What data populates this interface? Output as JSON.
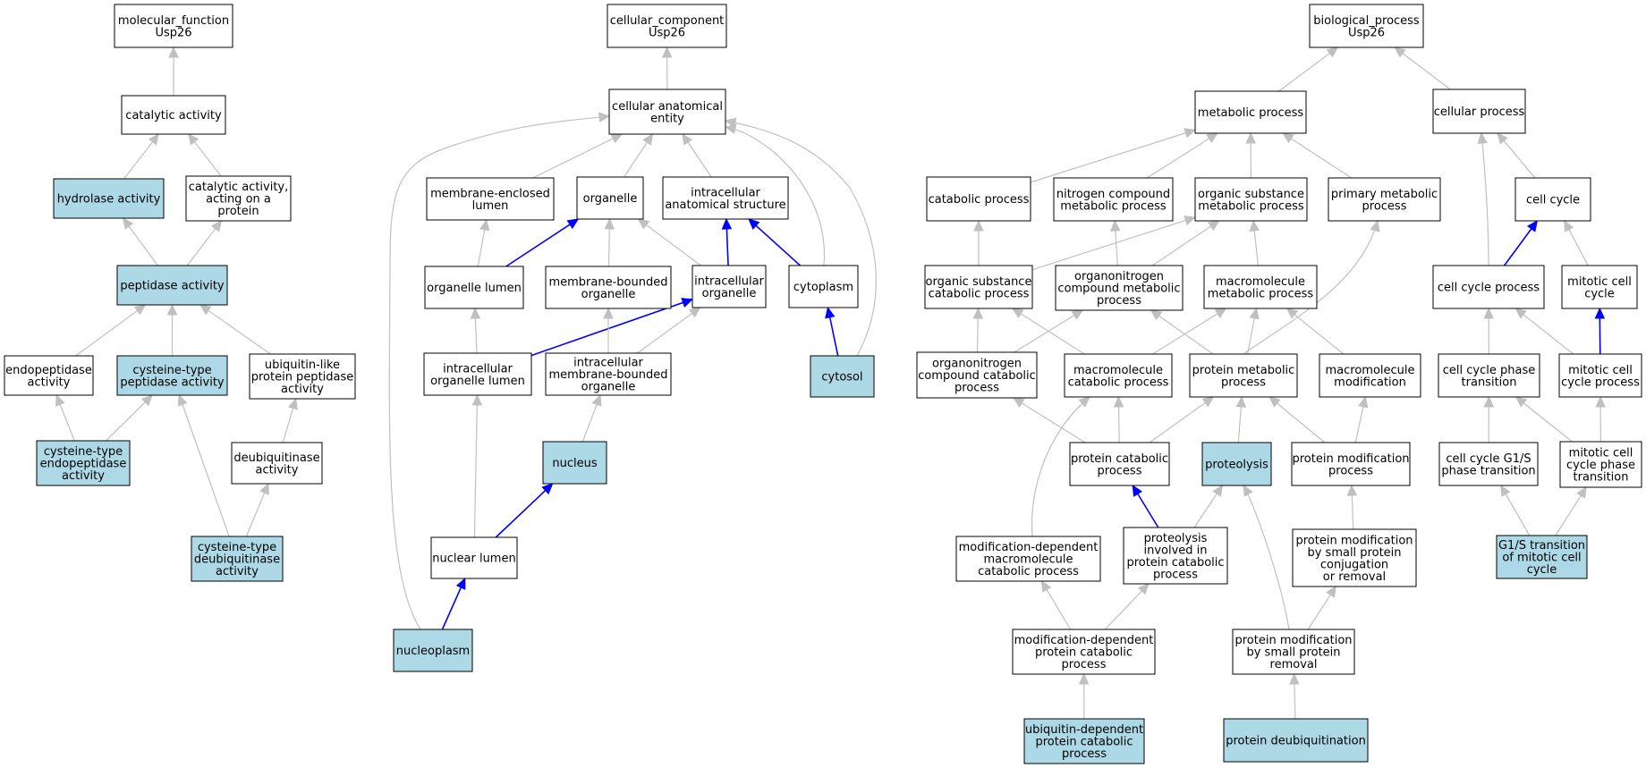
{
  "colors": {
    "highlight_fill": "#add8e6",
    "default_fill": "#ffffff",
    "gray_edge": "#c0c0c0",
    "blue_edge": "#0000ff"
  },
  "nodes": {
    "mf_root": {
      "lines": [
        "molecular_function",
        "Usp26"
      ],
      "hl": false
    },
    "catalytic": {
      "lines": [
        "catalytic activity"
      ],
      "hl": false
    },
    "hydrolase": {
      "lines": [
        "hydrolase activity"
      ],
      "hl": true
    },
    "cat_protein": {
      "lines": [
        "catalytic activity,",
        "acting on a",
        "protein"
      ],
      "hl": false
    },
    "peptidase": {
      "lines": [
        "peptidase activity"
      ],
      "hl": true
    },
    "endopeptidase": {
      "lines": [
        "endopeptidase",
        "activity"
      ],
      "hl": false
    },
    "cys_peptidase": {
      "lines": [
        "cysteine-type",
        "peptidase activity"
      ],
      "hl": true
    },
    "ubl_peptidase": {
      "lines": [
        "ubiquitin-like",
        "protein peptidase",
        "activity"
      ],
      "hl": false
    },
    "cys_endopeptidase": {
      "lines": [
        "cysteine-type",
        "endopeptidase",
        "activity"
      ],
      "hl": true
    },
    "deubiquitinase": {
      "lines": [
        "deubiquitinase",
        "activity"
      ],
      "hl": false
    },
    "cys_deubiquitinase": {
      "lines": [
        "cysteine-type",
        "deubiquitinase",
        "activity"
      ],
      "hl": true
    },
    "cc_root": {
      "lines": [
        "cellular_component",
        "Usp26"
      ],
      "hl": false
    },
    "cae": {
      "lines": [
        "cellular anatomical",
        "entity"
      ],
      "hl": false
    },
    "membrane_lumen": {
      "lines": [
        "membrane-enclosed",
        "lumen"
      ],
      "hl": false
    },
    "organelle": {
      "lines": [
        "organelle"
      ],
      "hl": false
    },
    "intra_anat": {
      "lines": [
        "intracellular",
        "anatomical structure"
      ],
      "hl": false
    },
    "organelle_lumen": {
      "lines": [
        "organelle lumen"
      ],
      "hl": false
    },
    "membrane_organelle": {
      "lines": [
        "membrane-bounded",
        "organelle"
      ],
      "hl": false
    },
    "intra_organelle": {
      "lines": [
        "intracellular",
        "organelle"
      ],
      "hl": false
    },
    "cytoplasm": {
      "lines": [
        "cytoplasm"
      ],
      "hl": false
    },
    "intra_organelle_lumen": {
      "lines": [
        "intracellular",
        "organelle lumen"
      ],
      "hl": false
    },
    "intra_membrane_organelle": {
      "lines": [
        "intracellular",
        "membrane-bounded",
        "organelle"
      ],
      "hl": false
    },
    "cytosol": {
      "lines": [
        "cytosol"
      ],
      "hl": true
    },
    "nucleus": {
      "lines": [
        "nucleus"
      ],
      "hl": true
    },
    "nuclear_lumen": {
      "lines": [
        "nuclear lumen"
      ],
      "hl": false
    },
    "nucleoplasm": {
      "lines": [
        "nucleoplasm"
      ],
      "hl": true
    },
    "bp_root": {
      "lines": [
        "biological_process",
        "Usp26"
      ],
      "hl": false
    },
    "metabolic": {
      "lines": [
        "metabolic process"
      ],
      "hl": false
    },
    "cellular_process": {
      "lines": [
        "cellular process"
      ],
      "hl": false
    },
    "catabolic": {
      "lines": [
        "catabolic process"
      ],
      "hl": false
    },
    "nitrogen_metabolic": {
      "lines": [
        "nitrogen compound",
        "metabolic process"
      ],
      "hl": false
    },
    "organic_metabolic": {
      "lines": [
        "organic substance",
        "metabolic process"
      ],
      "hl": false
    },
    "primary_metabolic": {
      "lines": [
        "primary metabolic",
        "process"
      ],
      "hl": false
    },
    "cell_cycle": {
      "lines": [
        "cell cycle"
      ],
      "hl": false
    },
    "organic_catabolic": {
      "lines": [
        "organic substance",
        "catabolic process"
      ],
      "hl": false
    },
    "organonitrogen_metabolic": {
      "lines": [
        "organonitrogen",
        "compound metabolic",
        "process"
      ],
      "hl": false
    },
    "macromolecule_metabolic": {
      "lines": [
        "macromolecule",
        "metabolic process"
      ],
      "hl": false
    },
    "cell_cycle_process": {
      "lines": [
        "cell cycle process"
      ],
      "hl": false
    },
    "mitotic_cycle": {
      "lines": [
        "mitotic cell",
        "cycle"
      ],
      "hl": false
    },
    "organonitrogen_catabolic": {
      "lines": [
        "organonitrogen",
        "compound catabolic",
        "process"
      ],
      "hl": false
    },
    "macromolecule_catabolic": {
      "lines": [
        "macromolecule",
        "catabolic process"
      ],
      "hl": false
    },
    "protein_metabolic": {
      "lines": [
        "protein metabolic",
        "process"
      ],
      "hl": false
    },
    "macromolecule_mod": {
      "lines": [
        "macromolecule",
        "modification"
      ],
      "hl": false
    },
    "phase_transition": {
      "lines": [
        "cell cycle phase",
        "transition"
      ],
      "hl": false
    },
    "mitotic_process": {
      "lines": [
        "mitotic cell",
        "cycle process"
      ],
      "hl": false
    },
    "protein_catabolic": {
      "lines": [
        "protein catabolic",
        "process"
      ],
      "hl": false
    },
    "proteolysis": {
      "lines": [
        "proteolysis"
      ],
      "hl": true
    },
    "protein_mod": {
      "lines": [
        "protein modification",
        "process"
      ],
      "hl": false
    },
    "g1s_transition": {
      "lines": [
        "cell cycle G1/S",
        "phase transition"
      ],
      "hl": false
    },
    "mitotic_phase": {
      "lines": [
        "mitotic cell",
        "cycle phase",
        "transition"
      ],
      "hl": false
    },
    "moddep_macro_catabolic": {
      "lines": [
        "modification-dependent",
        "macromolecule",
        "catabolic process"
      ],
      "hl": false
    },
    "proteolysis_catabolic": {
      "lines": [
        "proteolysis",
        "involved in",
        "protein catabolic",
        "process"
      ],
      "hl": false
    },
    "mod_small_conj": {
      "lines": [
        "protein modification",
        "by small protein",
        "conjugation",
        "or removal"
      ],
      "hl": false
    },
    "g1s_mitotic": {
      "lines": [
        "G1/S transition",
        "of mitotic cell",
        "cycle"
      ],
      "hl": true
    },
    "moddep_protein_catabolic": {
      "lines": [
        "modification-dependent",
        "protein catabolic",
        "process"
      ],
      "hl": false
    },
    "mod_small_removal": {
      "lines": [
        "protein modification",
        "by small protein",
        "removal"
      ],
      "hl": false
    },
    "ub_catabolic": {
      "lines": [
        "ubiquitin-dependent",
        "protein catabolic",
        "process"
      ],
      "hl": true
    },
    "deubiquitination": {
      "lines": [
        "protein deubiquitination"
      ],
      "hl": true
    }
  },
  "edges": [
    {
      "from": "catalytic",
      "to": "mf_root",
      "blue": false
    },
    {
      "from": "hydrolase",
      "to": "catalytic",
      "blue": false
    },
    {
      "from": "cat_protein",
      "to": "catalytic",
      "blue": false
    },
    {
      "from": "peptidase",
      "to": "hydrolase",
      "blue": false
    },
    {
      "from": "peptidase",
      "to": "cat_protein",
      "blue": false
    },
    {
      "from": "endopeptidase",
      "to": "peptidase",
      "blue": false
    },
    {
      "from": "cys_peptidase",
      "to": "peptidase",
      "blue": false
    },
    {
      "from": "ubl_peptidase",
      "to": "peptidase",
      "blue": false
    },
    {
      "from": "cys_endopeptidase",
      "to": "endopeptidase",
      "blue": false
    },
    {
      "from": "cys_endopeptidase",
      "to": "cys_peptidase",
      "blue": false
    },
    {
      "from": "deubiquitinase",
      "to": "ubl_peptidase",
      "blue": false
    },
    {
      "from": "cys_deubiquitinase",
      "to": "cys_peptidase",
      "blue": false
    },
    {
      "from": "cys_deubiquitinase",
      "to": "deubiquitinase",
      "blue": false
    },
    {
      "from": "cae",
      "to": "cc_root",
      "blue": false
    },
    {
      "from": "membrane_lumen",
      "to": "cae",
      "blue": false
    },
    {
      "from": "organelle",
      "to": "cae",
      "blue": false
    },
    {
      "from": "intra_anat",
      "to": "cae",
      "blue": false
    },
    {
      "from": "cytoplasm",
      "to": "cae",
      "blue": false
    },
    {
      "from": "cytosol",
      "to": "cae",
      "blue": false
    },
    {
      "from": "nucleoplasm",
      "to": "cae",
      "blue": false
    },
    {
      "from": "organelle_lumen",
      "to": "membrane_lumen",
      "blue": false
    },
    {
      "from": "organelle_lumen",
      "to": "organelle",
      "blue": true
    },
    {
      "from": "membrane_organelle",
      "to": "organelle",
      "blue": false
    },
    {
      "from": "intra_organelle",
      "to": "organelle",
      "blue": false
    },
    {
      "from": "intra_organelle",
      "to": "intra_anat",
      "blue": true
    },
    {
      "from": "cytoplasm",
      "to": "intra_anat",
      "blue": true
    },
    {
      "from": "intra_organelle_lumen",
      "to": "organelle_lumen",
      "blue": false
    },
    {
      "from": "intra_organelle_lumen",
      "to": "intra_organelle",
      "blue": true
    },
    {
      "from": "intra_membrane_organelle",
      "to": "membrane_organelle",
      "blue": false
    },
    {
      "from": "intra_membrane_organelle",
      "to": "intra_organelle",
      "blue": false
    },
    {
      "from": "cytosol",
      "to": "cytoplasm",
      "blue": true
    },
    {
      "from": "nucleus",
      "to": "intra_membrane_organelle",
      "blue": false
    },
    {
      "from": "nuclear_lumen",
      "to": "intra_organelle_lumen",
      "blue": false
    },
    {
      "from": "nuclear_lumen",
      "to": "nucleus",
      "blue": true
    },
    {
      "from": "nucleoplasm",
      "to": "nuclear_lumen",
      "blue": true
    },
    {
      "from": "metabolic",
      "to": "bp_root",
      "blue": false
    },
    {
      "from": "cellular_process",
      "to": "bp_root",
      "blue": false
    },
    {
      "from": "catabolic",
      "to": "metabolic",
      "blue": false
    },
    {
      "from": "nitrogen_metabolic",
      "to": "metabolic",
      "blue": false
    },
    {
      "from": "organic_metabolic",
      "to": "metabolic",
      "blue": false
    },
    {
      "from": "primary_metabolic",
      "to": "metabolic",
      "blue": false
    },
    {
      "from": "cell_cycle",
      "to": "cellular_process",
      "blue": false
    },
    {
      "from": "cell_cycle_process",
      "to": "cellular_process",
      "blue": false
    },
    {
      "from": "organic_catabolic",
      "to": "catabolic",
      "blue": false
    },
    {
      "from": "organic_catabolic",
      "to": "organic_metabolic",
      "blue": false
    },
    {
      "from": "organonitrogen_metabolic",
      "to": "nitrogen_metabolic",
      "blue": false
    },
    {
      "from": "organonitrogen_metabolic",
      "to": "organic_metabolic",
      "blue": false
    },
    {
      "from": "macromolecule_metabolic",
      "to": "organic_metabolic",
      "blue": false
    },
    {
      "from": "cell_cycle_process",
      "to": "cell_cycle",
      "blue": true
    },
    {
      "from": "mitotic_cycle",
      "to": "cell_cycle",
      "blue": false
    },
    {
      "from": "organonitrogen_catabolic",
      "to": "organic_catabolic",
      "blue": false
    },
    {
      "from": "organonitrogen_catabolic",
      "to": "organonitrogen_metabolic",
      "blue": false
    },
    {
      "from": "macromolecule_catabolic",
      "to": "organic_catabolic",
      "blue": false
    },
    {
      "from": "macromolecule_catabolic",
      "to": "macromolecule_metabolic",
      "blue": false
    },
    {
      "from": "protein_metabolic",
      "to": "organonitrogen_metabolic",
      "blue": false
    },
    {
      "from": "protein_metabolic",
      "to": "macromolecule_metabolic",
      "blue": false
    },
    {
      "from": "protein_metabolic",
      "to": "primary_metabolic",
      "blue": false
    },
    {
      "from": "macromolecule_mod",
      "to": "macromolecule_metabolic",
      "blue": false
    },
    {
      "from": "phase_transition",
      "to": "cell_cycle_process",
      "blue": false
    },
    {
      "from": "mitotic_process",
      "to": "cell_cycle_process",
      "blue": false
    },
    {
      "from": "mitotic_process",
      "to": "mitotic_cycle",
      "blue": true
    },
    {
      "from": "protein_catabolic",
      "to": "organonitrogen_catabolic",
      "blue": false
    },
    {
      "from": "protein_catabolic",
      "to": "macromolecule_catabolic",
      "blue": false
    },
    {
      "from": "protein_catabolic",
      "to": "protein_metabolic",
      "blue": false
    },
    {
      "from": "proteolysis",
      "to": "protein_metabolic",
      "blue": false
    },
    {
      "from": "protein_mod",
      "to": "protein_metabolic",
      "blue": false
    },
    {
      "from": "protein_mod",
      "to": "macromolecule_mod",
      "blue": false
    },
    {
      "from": "g1s_transition",
      "to": "phase_transition",
      "blue": false
    },
    {
      "from": "mitotic_phase",
      "to": "phase_transition",
      "blue": false
    },
    {
      "from": "mitotic_phase",
      "to": "mitotic_process",
      "blue": false
    },
    {
      "from": "moddep_macro_catabolic",
      "to": "macromolecule_catabolic",
      "blue": false
    },
    {
      "from": "proteolysis_catabolic",
      "to": "protein_catabolic",
      "blue": true
    },
    {
      "from": "proteolysis_catabolic",
      "to": "proteolysis",
      "blue": false
    },
    {
      "from": "mod_small_conj",
      "to": "protein_mod",
      "blue": false
    },
    {
      "from": "g1s_mitotic",
      "to": "g1s_transition",
      "blue": false
    },
    {
      "from": "g1s_mitotic",
      "to": "mitotic_phase",
      "blue": false
    },
    {
      "from": "moddep_protein_catabolic",
      "to": "moddep_macro_catabolic",
      "blue": false
    },
    {
      "from": "moddep_protein_catabolic",
      "to": "proteolysis_catabolic",
      "blue": false
    },
    {
      "from": "mod_small_removal",
      "to": "proteolysis",
      "blue": false
    },
    {
      "from": "mod_small_removal",
      "to": "mod_small_conj",
      "blue": false
    },
    {
      "from": "ub_catabolic",
      "to": "moddep_protein_catabolic",
      "blue": false
    },
    {
      "from": "deubiquitination",
      "to": "mod_small_removal",
      "blue": false
    }
  ]
}
